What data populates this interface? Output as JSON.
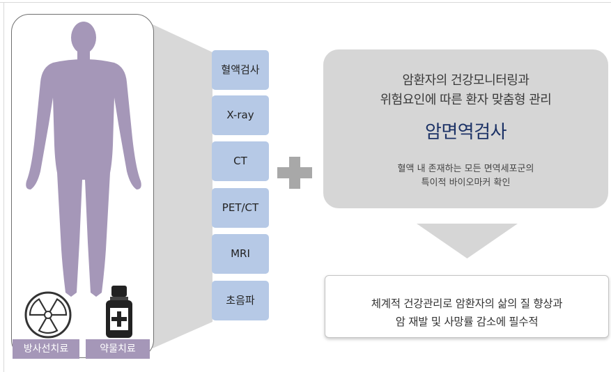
{
  "treatments": {
    "radiation_label": "방사선치료",
    "drug_label": "약물치료"
  },
  "tests": [
    "혈액검사",
    "X-ray",
    "CT",
    "PET/CT",
    "MRI",
    "초음파"
  ],
  "immune_test": {
    "line1": "암환자의 건강모니터링과",
    "line2": "위험요인에 따른 환자 맞춤형 관리",
    "title": "암면역검사",
    "desc1": "혈액 내 존재하는 모든 면역세포군의",
    "desc2": "특이적 바이오마커 확인"
  },
  "result": {
    "line1": "체계적 건강관리로 암환자의 삶의 질 향상과",
    "line2": "암 재발 및 사망률 감소에 필수적"
  },
  "icons": {
    "human": "human-silhouette-icon",
    "radiation": "radiation-icon",
    "bottle": "medicine-bottle-icon",
    "plus": "plus-icon",
    "arrow": "arrow-down-icon"
  },
  "colors": {
    "silhouette": "#a597b8",
    "test_box": "#b6c9e6",
    "panel_gray": "#d6d6d6",
    "title_navy": "#1c3266"
  }
}
